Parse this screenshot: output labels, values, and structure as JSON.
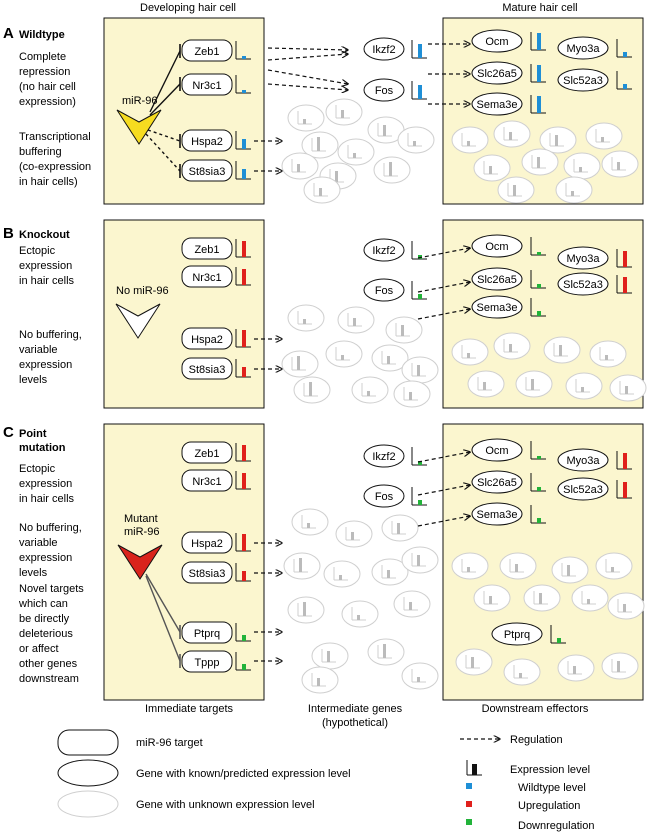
{
  "column_headers": {
    "developing": "Developing hair cell",
    "mature": "Mature hair cell"
  },
  "footer_labels": {
    "immediate": "Immediate targets",
    "intermediate": "Intermediate genes",
    "intermediate_sub": "(hypothetical)",
    "downstream": "Downstream effectors"
  },
  "colors": {
    "panel_fill": "#fbf6cf",
    "wildtype": "#1f8fd6",
    "upregulation": "#e0201c",
    "downregulation": "#22b33a",
    "unknown_gene": "#cfcfcf",
    "arrowhead_wildtype": "#f6dc20",
    "arrowhead_mutant": "#d9231c"
  },
  "panels": {
    "A": {
      "letter": "A",
      "title": "Wildtype",
      "desc1": [
        "Complete",
        "repression",
        "(no hair cell",
        "expression)"
      ],
      "desc2": [
        "Transcriptional",
        "buffering",
        "(co-expression",
        "in hair cells)"
      ],
      "mirna_label": [
        "miR-96"
      ],
      "targets": [
        "Zeb1",
        "Nr3c1",
        "Hspa2",
        "St8sia3"
      ],
      "intermediate": [
        "Ikzf2",
        "Fos"
      ],
      "effectors": [
        "Ocm",
        "Myo3a",
        "Slc26a5",
        "Slc52a3",
        "Sema3e"
      ]
    },
    "B": {
      "letter": "B",
      "title": "Knockout",
      "desc1": [
        "Ectopic",
        "expression",
        "in hair cells"
      ],
      "desc2": [
        "No buffering,",
        "variable",
        "expression",
        "levels"
      ],
      "mirna_label": [
        "No miR-96"
      ],
      "targets": [
        "Zeb1",
        "Nr3c1",
        "Hspa2",
        "St8sia3"
      ],
      "intermediate": [
        "Ikzf2",
        "Fos"
      ],
      "effectors": [
        "Ocm",
        "Myo3a",
        "Slc26a5",
        "Slc52a3",
        "Sema3e"
      ]
    },
    "C": {
      "letter": "C",
      "title": "Point",
      "title2": "mutation",
      "desc1": [
        "Ectopic",
        "expression",
        "in hair cells"
      ],
      "desc2": [
        "No buffering,",
        "variable",
        "expression",
        "levels"
      ],
      "desc3": [
        "Novel targets",
        "which can",
        "be directly",
        "deleterious",
        "or affect",
        "other genes",
        "downstream"
      ],
      "mirna_label": [
        "Mutant",
        "miR-96"
      ],
      "targets": [
        "Zeb1",
        "Nr3c1",
        "Hspa2",
        "St8sia3",
        "Ptprq",
        "Tppp"
      ],
      "intermediate": [
        "Ikzf2",
        "Fos"
      ],
      "effectors": [
        "Ocm",
        "Myo3a",
        "Slc26a5",
        "Slc52a3",
        "Sema3e",
        "Ptprq"
      ]
    }
  },
  "legend": {
    "target": "miR-96 target",
    "known": "Gene with known/predicted expression level",
    "unknown": "Gene with unknown expression level",
    "regulation": "Regulation",
    "expression_level": "Expression level",
    "wildtype": "Wildtype level",
    "upregulation": "Upregulation",
    "downregulation": "Downregulation"
  }
}
